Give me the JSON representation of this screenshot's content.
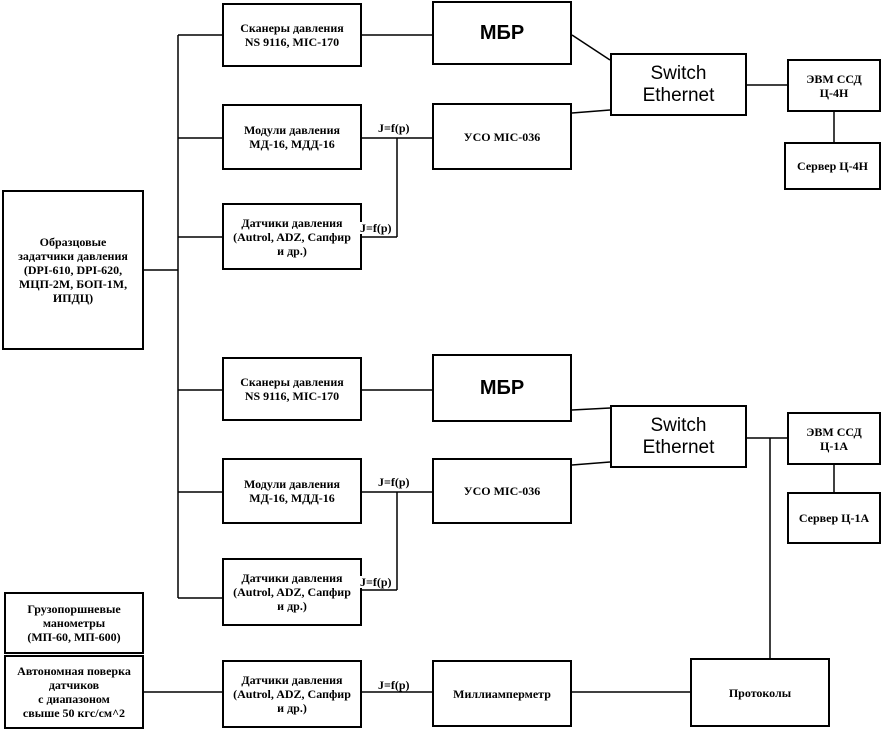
{
  "colors": {
    "line": "#000000",
    "background": "#ffffff"
  },
  "blocks": {
    "reference": "Образцовые\nзадатчики давления\n(DPI-610, DPI-620,\nМЦП-2М, БОП-1М,\nИПДЦ)",
    "deadweight": "Грузопоршневые\nманометры\n(МП-60, МП-600)",
    "autonomous": "Автономная поверка\nдатчиков\nс диапазоном\nсвыше 50 кгс/см^2",
    "scanners": "Сканеры давления\nNS 9116, MIC-170",
    "modules": "Модули давления\nМД-16, МДД-16",
    "sensors": "Датчики давления\n(Autrol, ADZ, Сапфир\nи др.)",
    "sensors_bottom": "Датчики давления\n(Autrol, ADZ, Сапфир\nи др.)",
    "mbr": "МБР",
    "uso": "УСО MIC-036",
    "switch": "Switch\nEthernet",
    "evm_top": "ЭВМ ССД\nЦ-4Н",
    "server_top": "Сервер Ц-4Н",
    "evm_bottom": "ЭВМ ССД\nЦ-1А",
    "server_bottom": "Сервер Ц-1А",
    "milliammeter": "Миллиамперметр",
    "protocols": "Протоколы"
  },
  "signal_label": "J=f(p)"
}
